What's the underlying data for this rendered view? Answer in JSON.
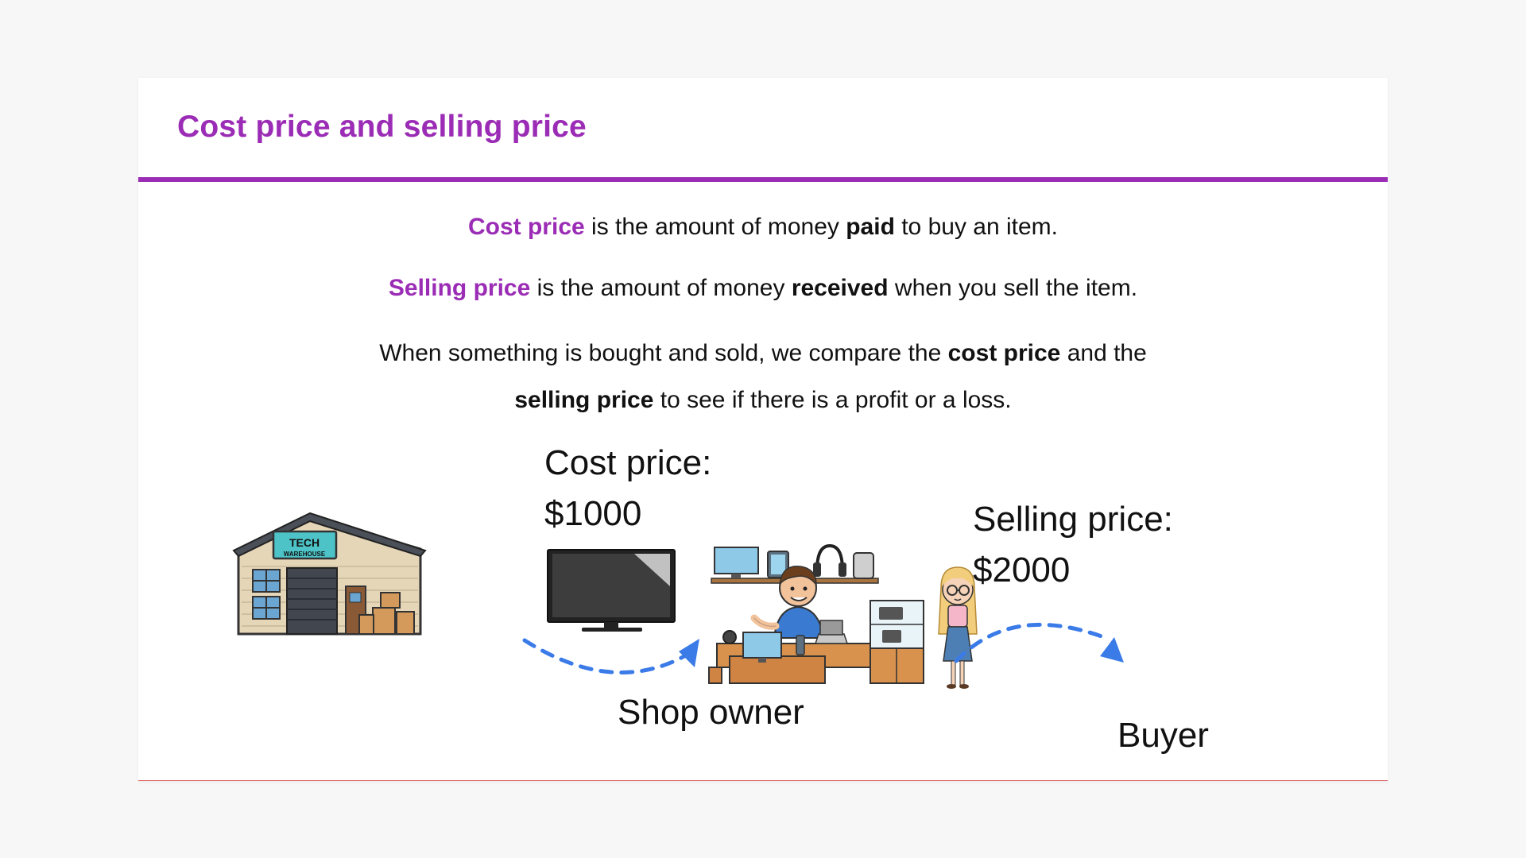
{
  "slide": {
    "title": "Cost price and selling price"
  },
  "definitions": {
    "cost": {
      "term": "Cost price",
      "text_before": " is the amount of money ",
      "emphasis": "paid",
      "text_after": " to buy an item."
    },
    "selling": {
      "term": "Selling price",
      "text_before": " is the amount of money ",
      "emphasis": "received",
      "text_after": " when you sell the item."
    },
    "compare": {
      "part1": "When something is bought and sold, we compare the ",
      "bold1": "cost price",
      "part2": " and the",
      "bold2": "selling price",
      "part3": " to see if there is a profit or a loss."
    }
  },
  "illustration": {
    "cost_label": "Cost price:",
    "cost_value": "$1000",
    "selling_label": "Selling price:",
    "selling_value": "$2000",
    "shop_label": "Shop owner",
    "buyer_label": "Buyer",
    "warehouse_sign_line1": "TECH",
    "warehouse_sign_line2": "WAREHOUSE",
    "arrow_color": "#3b7be8"
  },
  "colors": {
    "accent": "#9b2cb5",
    "background": "#f7f7f7"
  }
}
